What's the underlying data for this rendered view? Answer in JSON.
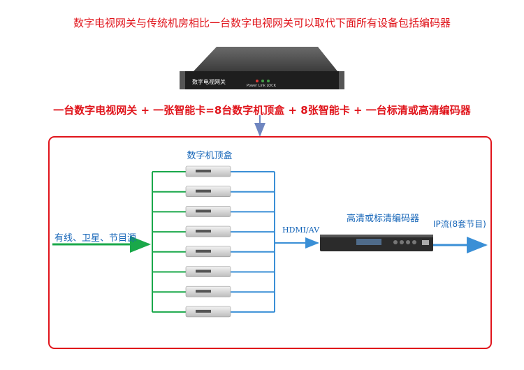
{
  "title": "数字电视网关与传统机房相比一台数字电视网关可以取代下面所有设备包括编码器",
  "equation": "一台数字电视网关 + 一张智能卡=8台数字机顶盒 + 8张智能卡 + 一台标清或高清编码器",
  "gateway": {
    "front_label": "数字电视网关",
    "led_labels": "Power  Link  LOCK"
  },
  "diagram": {
    "stb_group_label": "数字机顶盒",
    "source_label": "有线、卫星、节目源",
    "hdmi_label": "HDMI/AV",
    "encoder_label": "高清或标清编码器",
    "output_label": "IP流(8套节目)",
    "stb_count": 8
  },
  "colors": {
    "title_red": "#e0141b",
    "frame_red": "#e0141b",
    "label_blue": "#1565b8",
    "green_line": "#1aa84a",
    "blue_line": "#3a8fd6"
  }
}
